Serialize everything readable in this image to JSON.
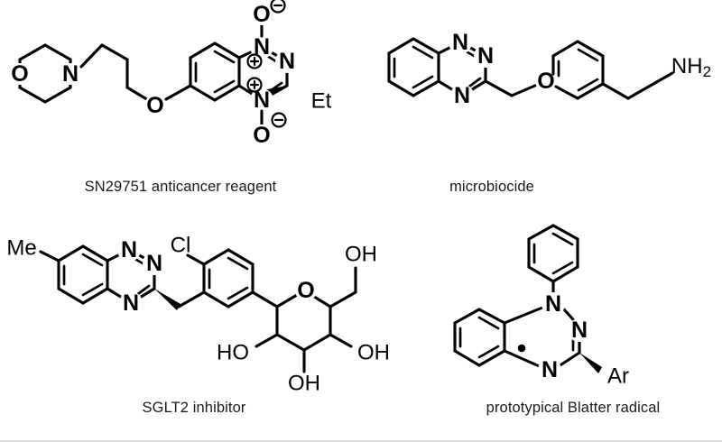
{
  "figure": {
    "kind": "chemical-structure-panel",
    "background": "#ffffff",
    "ink": "#000000",
    "panel_count": 4
  },
  "panels": [
    {
      "id": "sn29751",
      "caption": "SN29751 anticancer reagent",
      "core": "1,2,4-benzotriazine 1,4-dioxide",
      "atom_labels": [
        "O",
        "N",
        "O",
        "N",
        "N",
        "N",
        "O",
        "O",
        "Et"
      ],
      "charges": [
        "⊖",
        "⊕",
        "⊕",
        "⊖"
      ],
      "substituents": [
        "morpholine",
        "propyloxy linker",
        "ethyl"
      ]
    },
    {
      "id": "microbiocide",
      "caption": "microbiocide",
      "core": "1,2,4-benzotriazine",
      "atom_labels": [
        "N",
        "N",
        "N",
        "O",
        "NH",
        "2"
      ],
      "substituents": [
        "methyleneoxy linker",
        "phenethylamine"
      ]
    },
    {
      "id": "sglt2",
      "caption": "SGLT2 inhibitor",
      "core": "7-methyl-1,2,4-benzotriazine",
      "atom_labels": [
        "Me",
        "N",
        "N",
        "Cl",
        "N",
        "O",
        "OH",
        "HO",
        "OH",
        "OH"
      ],
      "substituents": [
        "chlorophenyl methylene",
        "C-glucoside pyranose"
      ]
    },
    {
      "id": "blatter",
      "caption": "prototypical Blatter radical",
      "core": "1-phenyl-1,4-dihydrobenzo[e][1,2,4]triazin-4-yl",
      "atom_labels": [
        "N",
        "N",
        "N",
        "Ar"
      ],
      "radical_marker": "•",
      "substituents": [
        "N1-phenyl",
        "C3-aryl"
      ]
    }
  ],
  "captions": {
    "sn29751": "SN29751 anticancer reagent",
    "microbiocide": "microbiocide",
    "sglt2": "SGLT2 inhibitor",
    "blatter": "prototypical Blatter radical"
  },
  "atom_text": {
    "O": "O",
    "N": "N",
    "Cl": "Cl",
    "Me": "Me",
    "Et": "Et",
    "Ar": "Ar",
    "OH": "OH",
    "HO": "HO",
    "NH": "NH",
    "NH_sub": "2",
    "minus": "⊖",
    "plus": "⊕",
    "radical_dot": "•"
  }
}
